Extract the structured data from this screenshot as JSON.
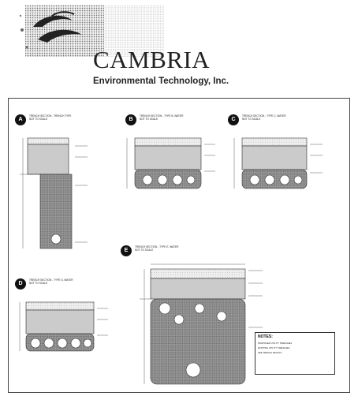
{
  "header": {
    "company_name": "CAMBRIA",
    "tagline": "Environmental Technology, Inc."
  },
  "sheet": {
    "panels": [
      {
        "id": "A",
        "title": "TRENCH SECTION - TRENCH TYPE",
        "subtitle": "NOT TO SCALE",
        "badge": "A"
      },
      {
        "id": "B",
        "title": "TRENCH SECTION - TYPE B, WATER",
        "subtitle": "NOT TO SCALE",
        "badge": "B"
      },
      {
        "id": "C",
        "title": "TRENCH SECTION - TYPE C, WATER",
        "subtitle": "NOT TO SCALE",
        "badge": "C"
      },
      {
        "id": "D",
        "title": "TRENCH SECTION - TYPE D, WATER",
        "subtitle": "NOT TO SCALE",
        "badge": "D"
      },
      {
        "id": "E",
        "title": "TRENCH SECTION - TYPE E, WATER",
        "subtitle": "NOT TO SCALE",
        "badge": "E"
      }
    ],
    "notes": {
      "title": "NOTES:",
      "items": [
        "PROPOSED UTILITY TRENCHES",
        "EXISTING UTILITY TRENCHES",
        "SEE TRENCH DETAILS"
      ]
    }
  },
  "colors": {
    "ink": "#222222",
    "hatch": "#9a9a9a",
    "fill_dark": "#6e6e6e"
  }
}
